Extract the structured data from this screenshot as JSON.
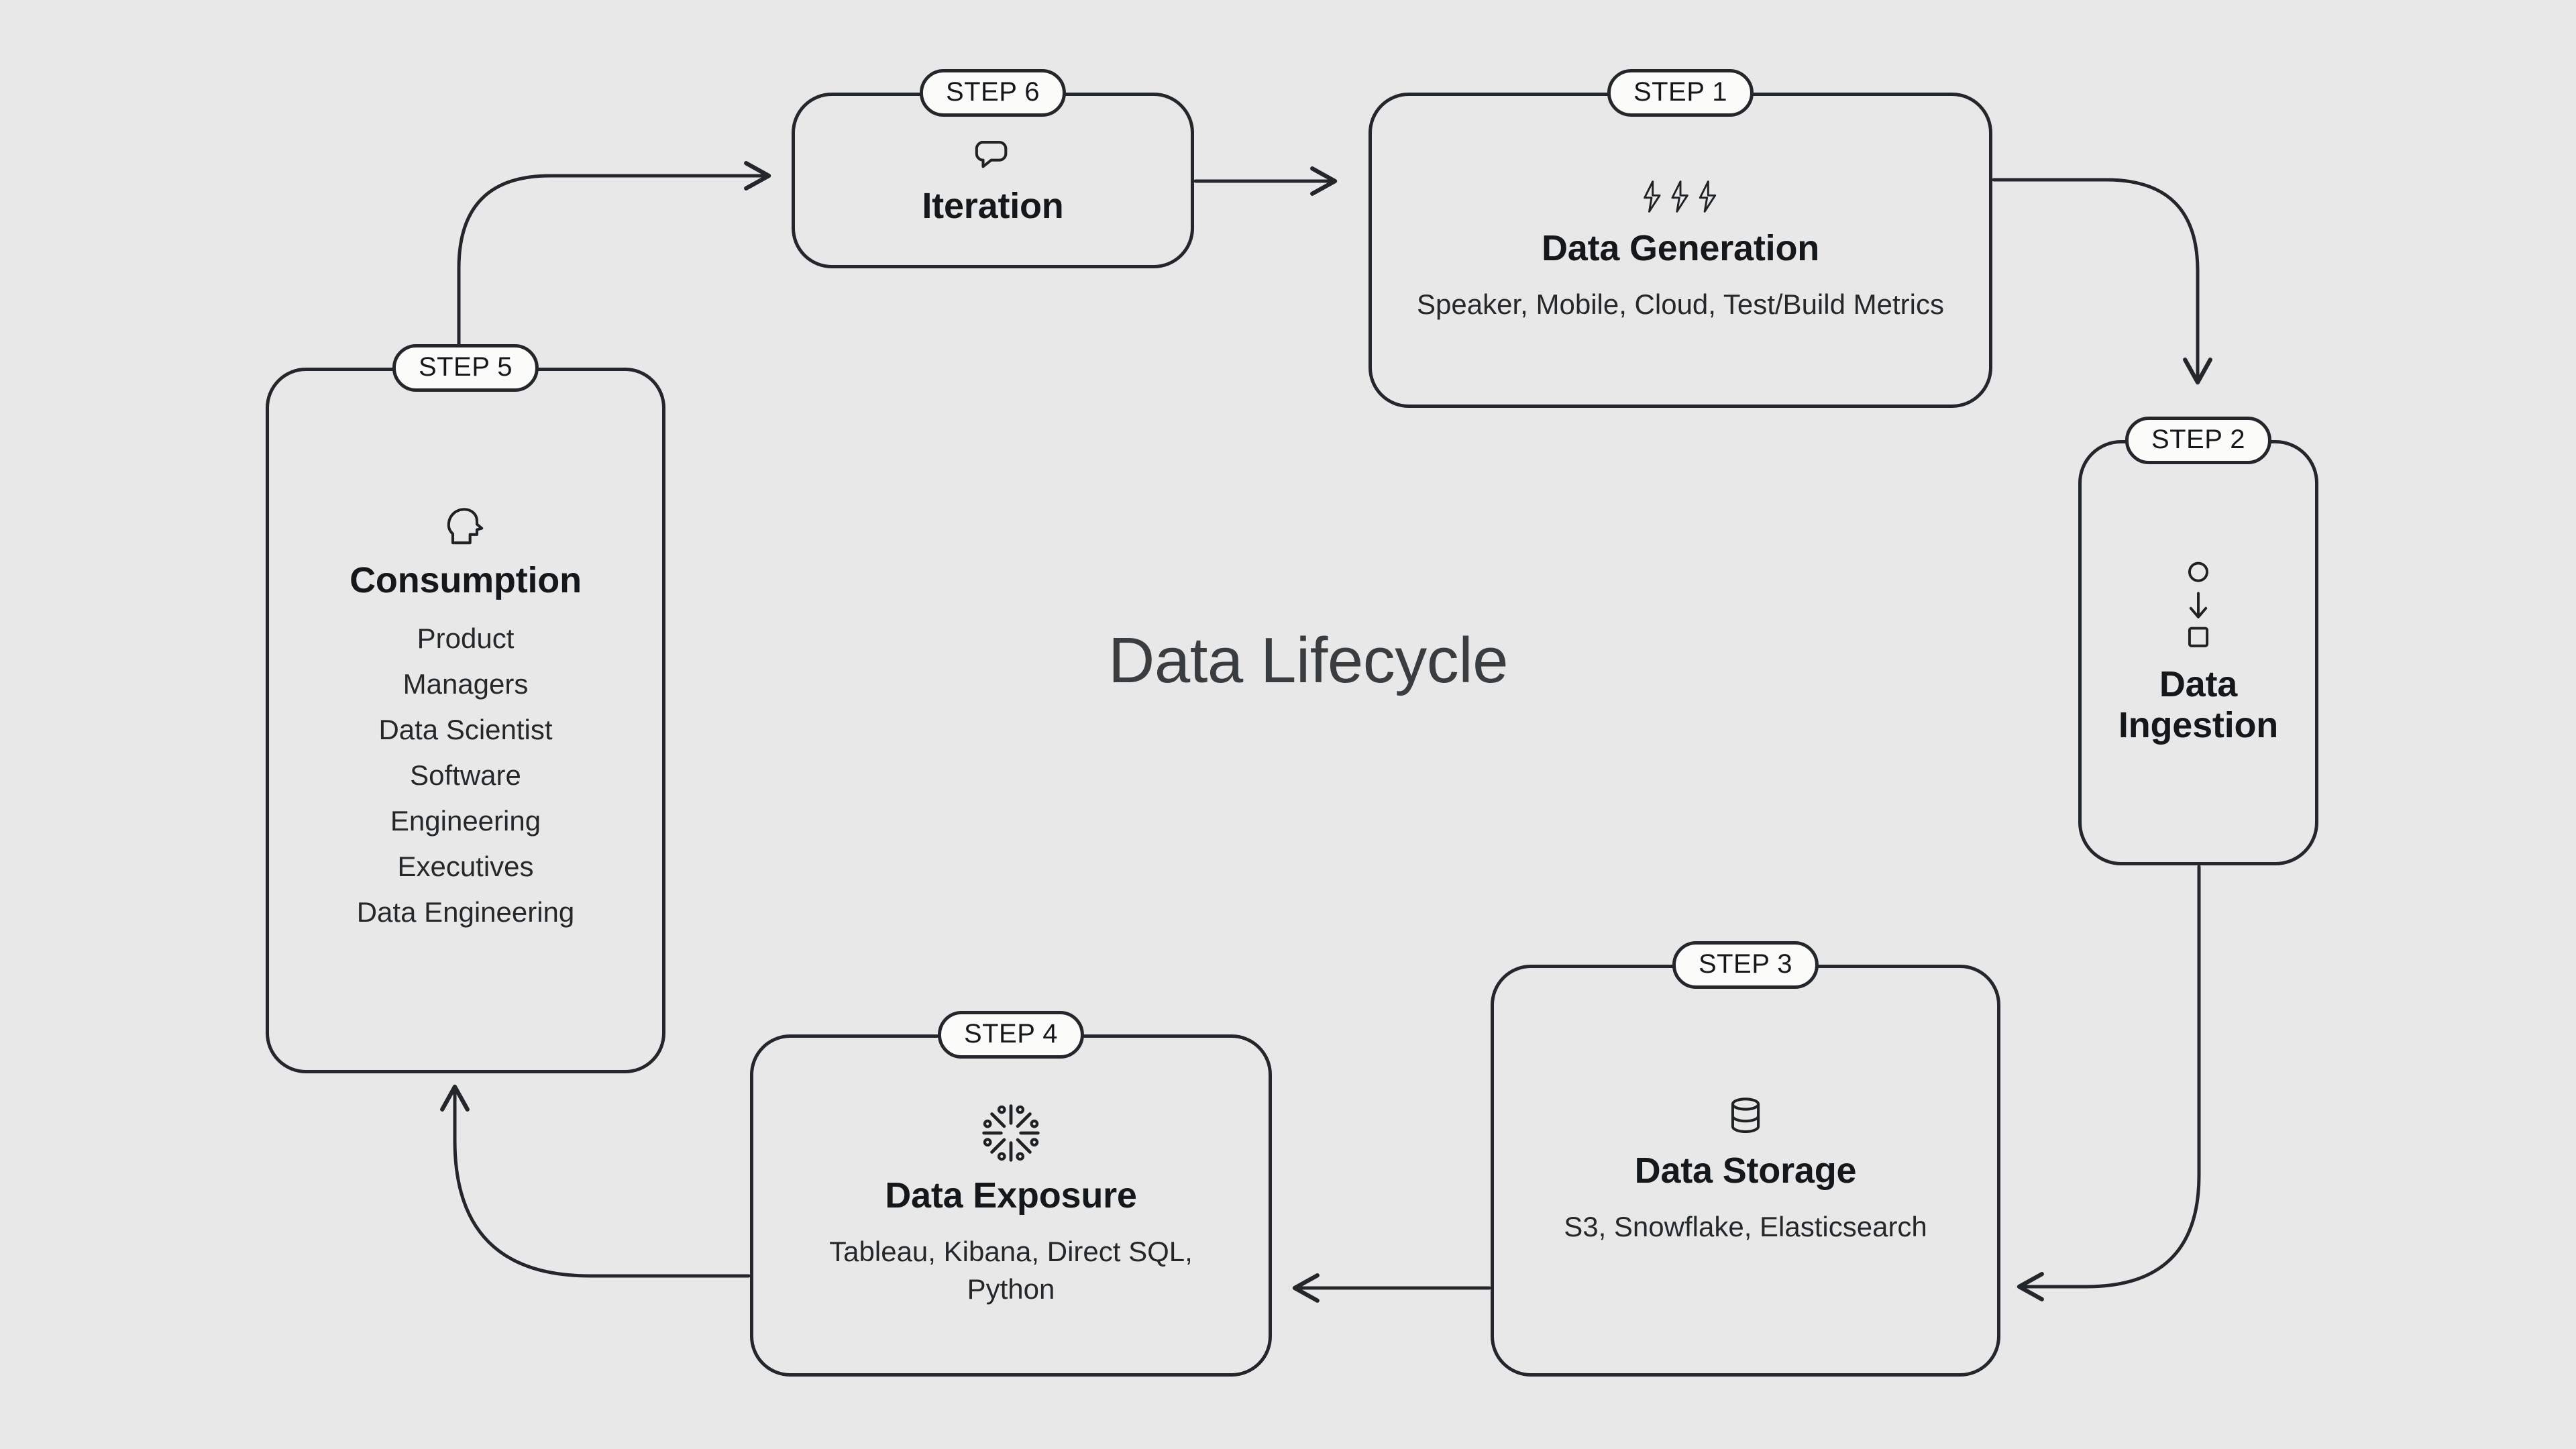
{
  "diagram": {
    "center_title": "Data Lifecycle",
    "background_color": "#e8e8e8",
    "stroke_color": "#23272b",
    "badge_fill": "#fbfbfa",
    "text_color": "#1f2225"
  },
  "nodes": {
    "step1": {
      "badge": "STEP 1",
      "icon": "lightning-bolts-icon",
      "title": "Data Generation",
      "subtitle": "Speaker, Mobile, Cloud, Test/Build Metrics"
    },
    "step2": {
      "badge": "STEP 2",
      "icon": "circle-arrow-square-icon",
      "title": "Data Ingestion",
      "subtitle": ""
    },
    "step3": {
      "badge": "STEP 3",
      "icon": "database-cylinder-icon",
      "title": "Data Storage",
      "subtitle": "S3, Snowflake, Elasticsearch"
    },
    "step4": {
      "badge": "STEP 4",
      "icon": "radial-burst-icon",
      "title": "Data Exposure",
      "subtitle": "Tableau, Kibana, Direct SQL, Python"
    },
    "step5": {
      "badge": "STEP 5",
      "icon": "head-profile-icon",
      "title": "Consumption",
      "list": [
        "Product",
        "Managers",
        "Data Scientist",
        "Software",
        "Engineering",
        "Executives",
        "Data Engineering"
      ]
    },
    "step6": {
      "badge": "STEP 6",
      "icon": "speech-bubble-icon",
      "title": "Iteration",
      "subtitle": ""
    }
  },
  "edges": [
    {
      "name": "step6-to-step1",
      "from": "step6",
      "to": "step1",
      "shape": "straight-right"
    },
    {
      "name": "step1-to-step2",
      "from": "step1",
      "to": "step2",
      "shape": "curve-right-down"
    },
    {
      "name": "step2-to-step3",
      "from": "step2",
      "to": "step3",
      "shape": "curve-down-left"
    },
    {
      "name": "step3-to-step4",
      "from": "step3",
      "to": "step4",
      "shape": "straight-left"
    },
    {
      "name": "step4-to-step5",
      "from": "step4",
      "to": "step5",
      "shape": "curve-left-up"
    },
    {
      "name": "step5-to-step6",
      "from": "step5",
      "to": "step6",
      "shape": "curve-up-right"
    }
  ]
}
